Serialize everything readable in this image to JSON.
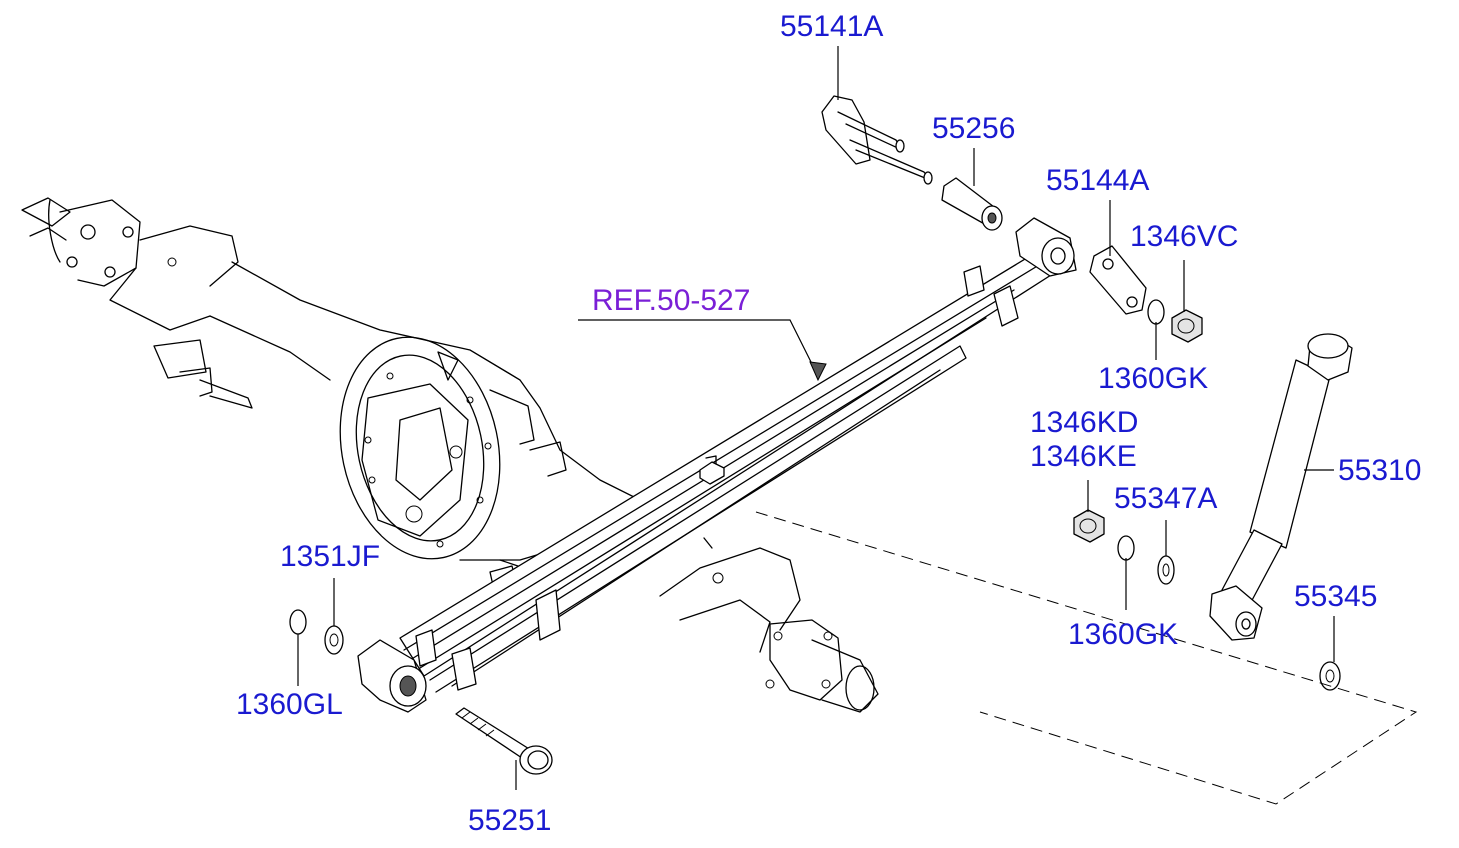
{
  "colors": {
    "part_label": "#1a1ad0",
    "reference_label": "#7a1fd6",
    "line": "#000000",
    "background": "#ffffff"
  },
  "labels": {
    "p55141A": "55141A",
    "p55256": "55256",
    "p55144A": "55144A",
    "p1346VC": "1346VC",
    "ref": "REF.50-527",
    "p1360GK_a": "1360GK",
    "p1346KD": "1346KD",
    "p1346KE": "1346KE",
    "p55310": "55310",
    "p55347A": "55347A",
    "p1351JF": "1351JF",
    "p55345": "55345",
    "p1360GK_b": "1360GK",
    "p1360GL": "1360GL",
    "p55251": "55251"
  }
}
